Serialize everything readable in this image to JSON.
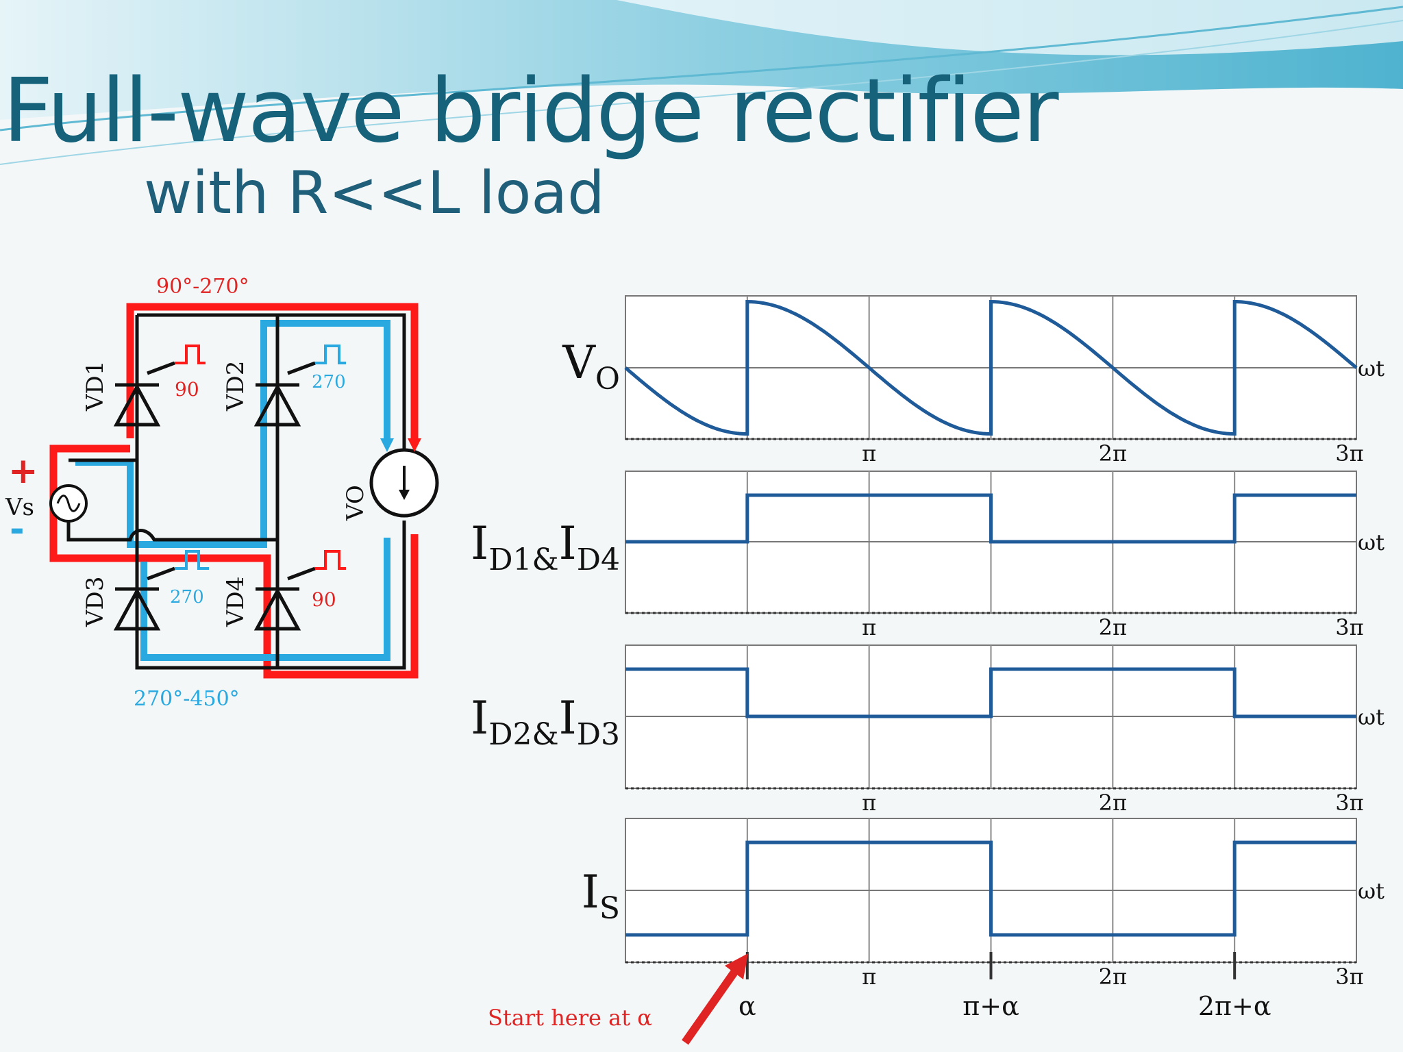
{
  "slide": {
    "title": "Full-wave bridge rectifier",
    "subtitle": "with R<<L load"
  },
  "circuit": {
    "source_label": "Vs",
    "load_label": "VO",
    "red_path_range": "90°-270°",
    "blue_path_range": "270°-450°",
    "d1_label": "VD1",
    "d2_label": "VD2",
    "d3_label": "VD3",
    "d4_label": "VD4",
    "d1_gate_angle": "90",
    "d2_gate_angle": "270",
    "d3_gate_angle": "270",
    "d4_gate_angle": "90",
    "plus": "+",
    "minus": "-",
    "colors": {
      "conduction_a": "#ff1a1a",
      "conduction_b": "#29a9e0",
      "wire": "#111111"
    }
  },
  "chart_data": [
    {
      "type": "line",
      "ylabel": "VO",
      "xlabel": "ωt",
      "x_ticks": [
        "π",
        "2π",
        "3π"
      ],
      "shape": "sine segments rising at α, π+α, 2π+α",
      "alpha_deg": 90,
      "x_range": [
        0,
        "3π"
      ]
    },
    {
      "type": "line",
      "ylabel": "ID1&ID4",
      "xlabel": "ωt",
      "x_ticks": [
        "π",
        "2π",
        "3π"
      ],
      "x_breaks": [
        "α",
        "π+α",
        "2π+α"
      ],
      "y_levels": [
        0,
        1,
        0,
        1
      ]
    },
    {
      "type": "line",
      "ylabel": "ID2&ID3",
      "xlabel": "ωt",
      "x_ticks": [
        "π",
        "2π",
        "3π"
      ],
      "x_breaks": [
        "α",
        "π+α",
        "2π+α"
      ],
      "y_levels": [
        1,
        0,
        1,
        0
      ]
    },
    {
      "type": "line",
      "ylabel": "IS",
      "xlabel": "ωt",
      "x_ticks": [
        "π",
        "2π",
        "3π"
      ],
      "x_breaks": [
        "α",
        "π+α",
        "2π+α"
      ],
      "y_levels": [
        -1,
        1,
        -1,
        1
      ]
    }
  ],
  "bottom_ticks": [
    "α",
    "π+α",
    "2π+α"
  ],
  "annotation": {
    "text": "Start here at α",
    "color": "#e02424"
  },
  "colors": {
    "trace": "#1f5a99",
    "title": "#16627a"
  }
}
